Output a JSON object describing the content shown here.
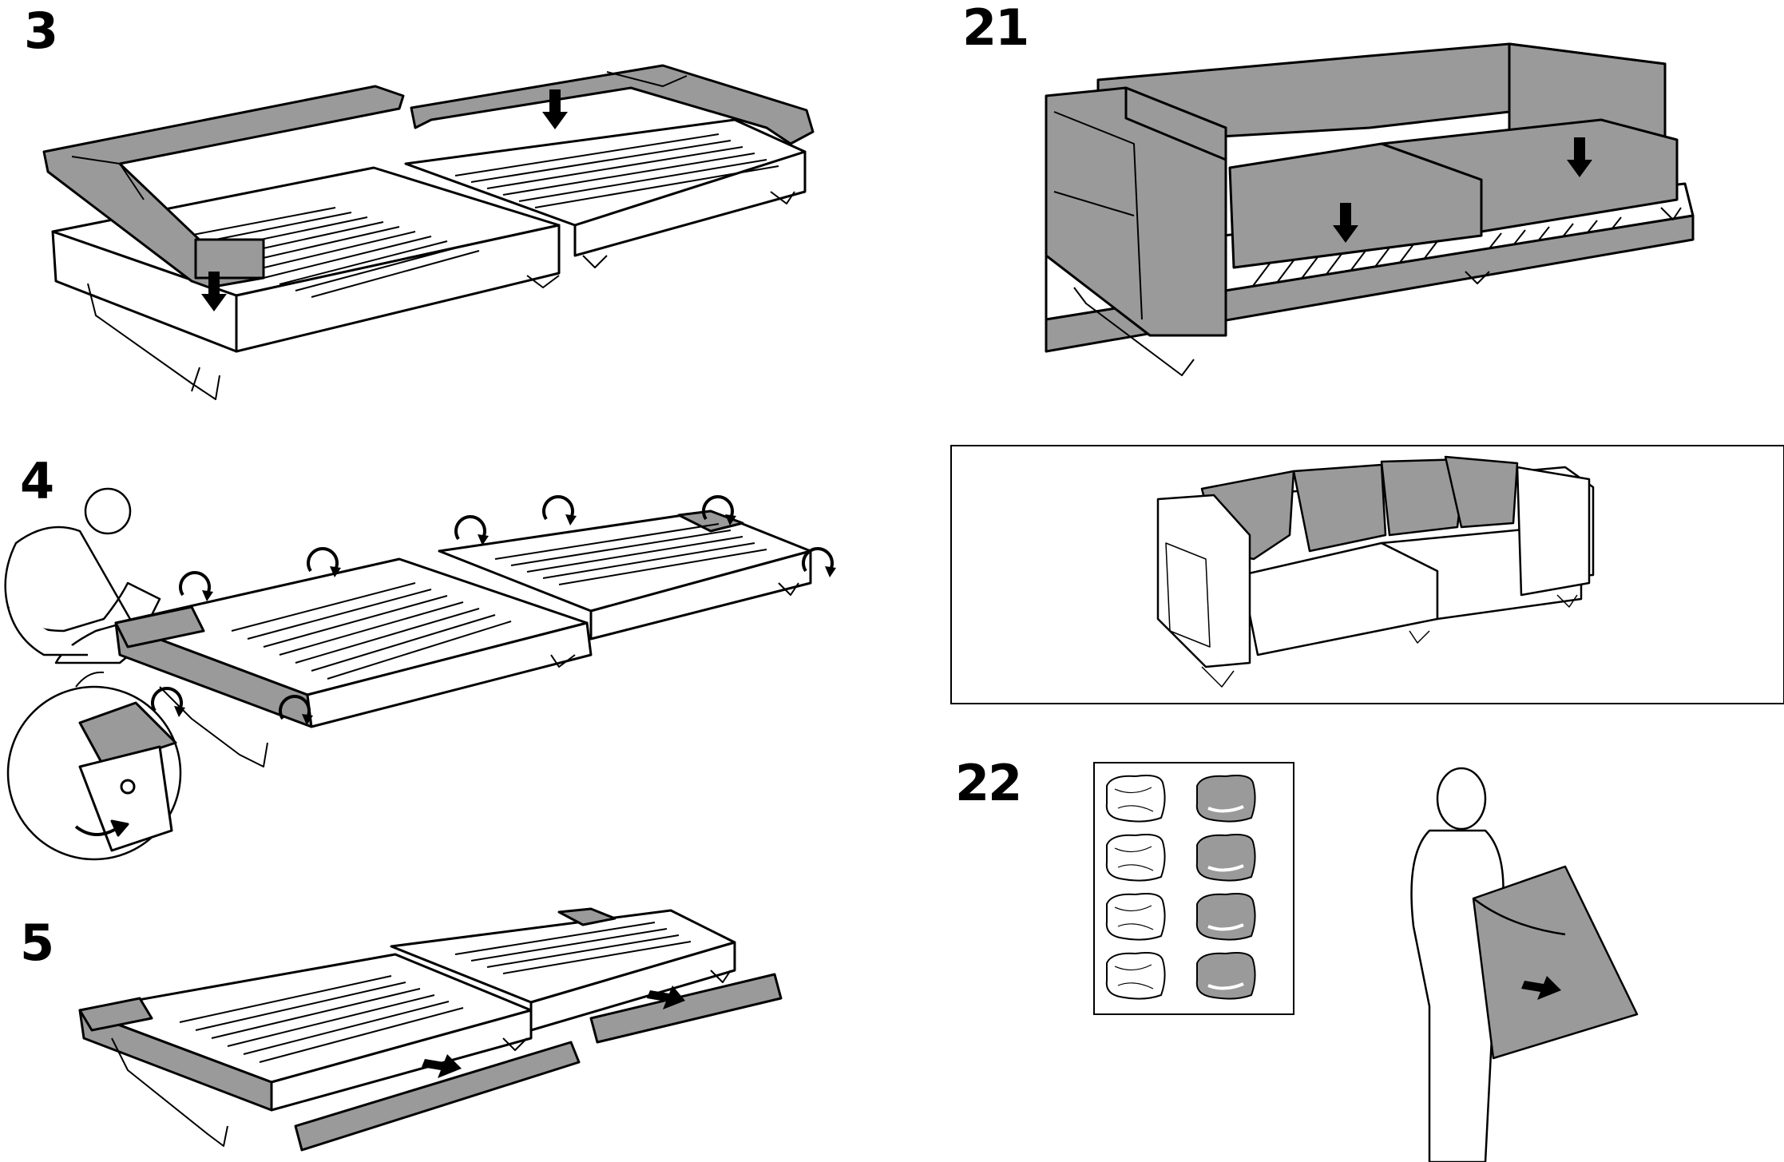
{
  "steps": {
    "s3": "3",
    "s4": "4",
    "s5": "5",
    "s21": "21",
    "s22": "22"
  },
  "colors": {
    "ink": "#000000",
    "shade": "#9a9a9a",
    "light": "#ffffff"
  },
  "icons": [
    "down-arrow-icon",
    "rotate-arrow-icon",
    "push-arrow-icon",
    "pillow-icon",
    "person-icon",
    "detail-magnifier-icon"
  ]
}
